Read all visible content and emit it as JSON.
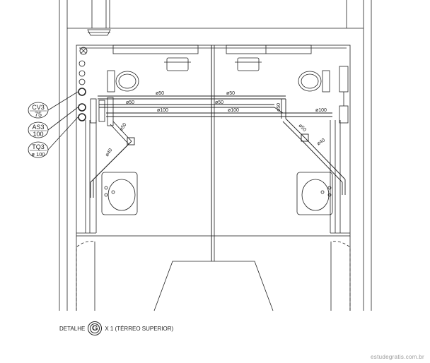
{
  "tags": [
    {
      "code": "CV3",
      "size": "75"
    },
    {
      "code": "AS3",
      "size": "100"
    },
    {
      "code": "TQ3",
      "size": "ø 100"
    }
  ],
  "pipe_labels": {
    "top_left": "ø50",
    "top_mid": "ø50",
    "mid_left": "ø50",
    "mid_center": "ø50",
    "low_left": "ø100",
    "low_center": "ø100",
    "low_right": "ø100",
    "right_vertical": "ø50",
    "diag_left_a": "ø50",
    "diag_left_b": "ø40",
    "diag_right_a": "ø50",
    "diag_right_b": "ø40"
  },
  "caption": {
    "prefix": "DETALHE",
    "badge": "G",
    "suffix": "X 1 (TÉRREO SUPERIOR)"
  },
  "watermark": "estudegratis.com.br"
}
